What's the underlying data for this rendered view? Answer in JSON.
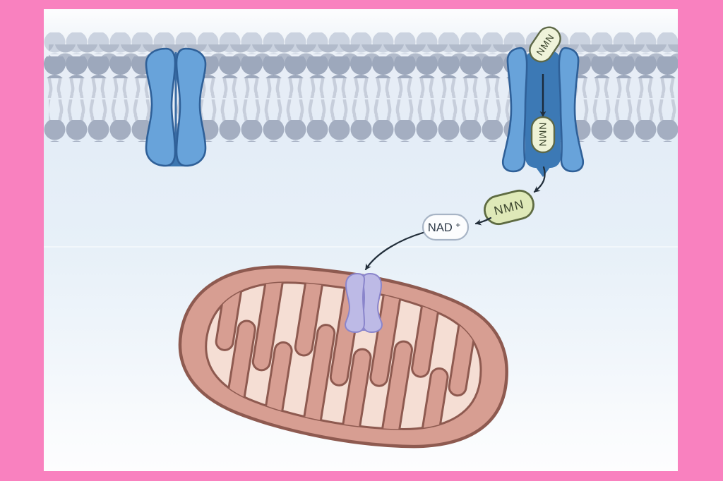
{
  "diagram": {
    "description": "NMN is transported across the plasma membrane through a channel protein, converted to NAD+ in the cytosol, and NAD+ enters the mitochondrion through a membrane channel",
    "labels": {
      "nmn_extracellular": "NMN",
      "nmn_in_channel": "NMN",
      "nmn_cytosolic": "NMN",
      "nad_base": "NAD",
      "nad_superscript": "+"
    },
    "colors": {
      "frame_pink": "#F981BF",
      "background_tint": "#E6EFF8",
      "lipid_head_light": "#CBD3E0",
      "lipid_head_mid": "#B2BBCB",
      "lipid_head_dark": "#9DA8BC",
      "lipid_head_bottom": "#A4AEC1",
      "lipid_tail": "#C7CEDB",
      "channel_blue_fill": "#68A3DA",
      "channel_blue_outline": "#2F6098",
      "channel_pore_blue": "#3C79B5",
      "nmn_pill_fill": "#DFE9B8",
      "nmn_pill_outline": "#5E6B42",
      "nmn_text": "#3A442C",
      "nad_pill_fill": "#FCFDFE",
      "nad_pill_outline": "#A7B4C5",
      "nad_text": "#2E3A48",
      "arrow": "#222E3A",
      "mitochondrion_outer": "#D79E92",
      "mitochondrion_matrix": "#F5DED4",
      "mitochondrion_outline": "#8E5A50",
      "mito_channel_fill": "#BDBAE6",
      "mito_channel_pore": "#8B86CE"
    }
  }
}
